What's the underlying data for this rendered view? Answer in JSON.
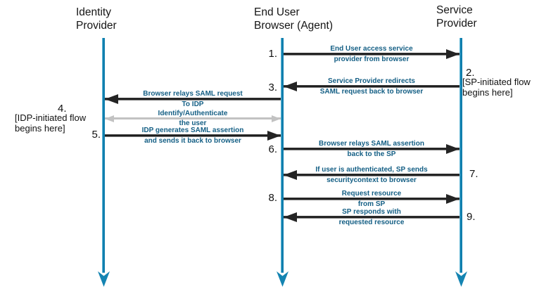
{
  "actors": [
    {
      "name": "identity-provider",
      "label": "Identity\nProvider"
    },
    {
      "name": "end-user-browser",
      "label": "End User\nBrowser (Agent)"
    },
    {
      "name": "service-provider",
      "label": "Service\nProvider"
    }
  ],
  "messages": [
    {
      "num": "1.",
      "from": "browser",
      "to": "service-provider",
      "lines": [
        "End User access service",
        "provider from browser"
      ]
    },
    {
      "num": "3.",
      "from": "service-provider",
      "to": "browser",
      "lines": [
        "Service Provider redirects",
        "SAML request back to browser"
      ]
    },
    {
      "num": "",
      "from": "browser",
      "to": "identity-provider",
      "lines": [
        "Browser relays SAML request",
        "To IDP"
      ]
    },
    {
      "num": "",
      "from": "identity-provider",
      "to": "browser",
      "bidirectional": true,
      "lines": [
        "Identify/Authenticate",
        "the user"
      ]
    },
    {
      "num": "5.",
      "from": "identity-provider",
      "to": "browser",
      "lines": [
        "IDP generates SAML assertion",
        "and sends it back to browser"
      ]
    },
    {
      "num": "6.",
      "from": "browser",
      "to": "service-provider",
      "lines": [
        "Browser relays SAML assertion",
        "back to the SP"
      ]
    },
    {
      "num": "7.",
      "from": "service-provider",
      "to": "browser",
      "lines": [
        "If user is authenticated, SP sends",
        "securitycontext to browser"
      ]
    },
    {
      "num": "8.",
      "from": "browser",
      "to": "service-provider",
      "lines": [
        "Request resource",
        "from SP"
      ]
    },
    {
      "num": "9.",
      "from": "service-provider",
      "to": "browser",
      "lines": [
        "SP responds with",
        "requested resource"
      ]
    }
  ],
  "notes": [
    {
      "num": "4.",
      "text": "[IDP-initiated flow\nbegins here]"
    },
    {
      "num": "2.",
      "text": "[SP-initiated flow\nbegins here]"
    }
  ],
  "colors": {
    "lifeline": "#117fae",
    "lifeline_highlight": "#5fb6d6",
    "message_label": "#135e84",
    "arrow_dark": "#242424",
    "arrow_gray": "#c2c2c2",
    "text": "#111111",
    "background": "#ffffff"
  }
}
